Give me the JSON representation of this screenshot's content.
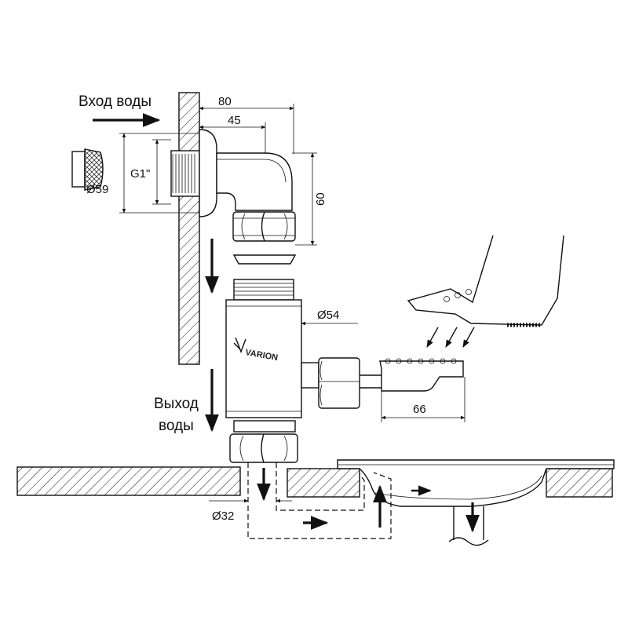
{
  "labels": {
    "water_inlet": "Вход воды",
    "water_outlet_line1": "Выход",
    "water_outlet_line2": "воды",
    "brand": "VARION"
  },
  "dimensions": {
    "width_80": "80",
    "width_45": "45",
    "height_60": "60",
    "thread_g1": "G1\"",
    "diameter_59": "Ø59",
    "diameter_54": "Ø54",
    "diameter_32": "Ø32",
    "pedal_66": "66"
  },
  "icons": [
    "flow-arrow-icon",
    "foot-icon",
    "press-arrow-icon",
    "mesh-filter-icon"
  ]
}
